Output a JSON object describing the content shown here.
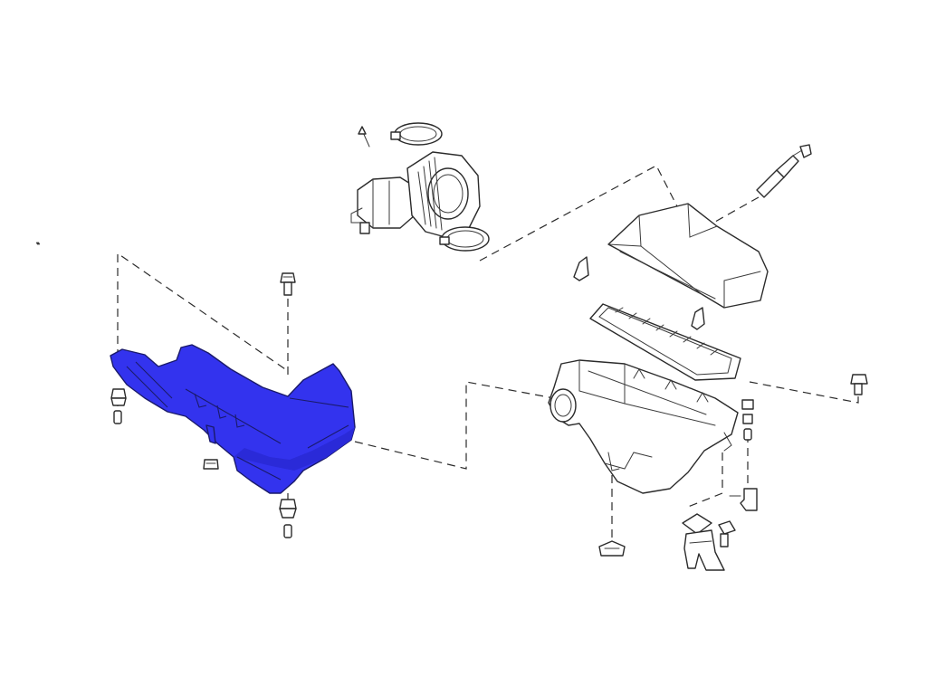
{
  "diagram": {
    "highlight_color": "#3333ee",
    "highlight_stroke": "#1a1a6a",
    "line_color": "#2b2b2b",
    "background": "#ffffff",
    "highlighted_part": "air-inlet-duct",
    "parts": [
      "air-inlet-duct",
      "mass-air-flow-sensor",
      "intake-hose",
      "hose-clamp-upper",
      "hose-clamp-lower",
      "air-cleaner-cover",
      "air-filter-element",
      "air-cleaner-case",
      "mounting-bracket",
      "bolt",
      "grommet",
      "clip"
    ]
  }
}
